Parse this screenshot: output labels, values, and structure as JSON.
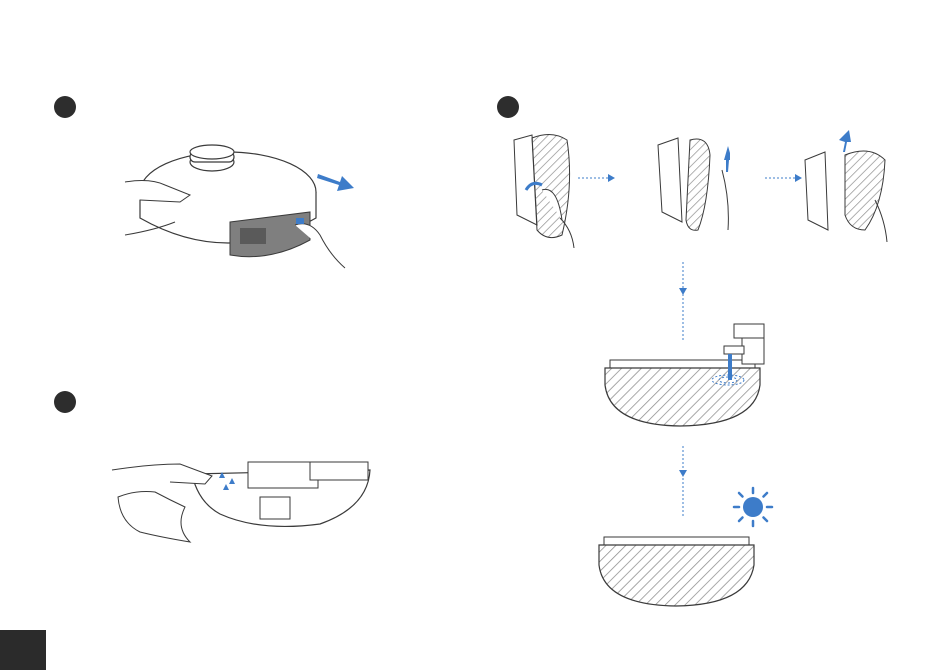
{
  "colors": {
    "accent": "#3d7cc9",
    "line": "#3a3a3a",
    "dark_gray": "#595959",
    "mid_gray": "#8c8c8c",
    "light_gray": "#d9d9d9",
    "step_marker": "#2d2d2d"
  },
  "steps": [
    {
      "id": "step-remove-mop-module",
      "icon": "step-marker-icon"
    },
    {
      "id": "step-detach-mop-pads",
      "icon": "step-marker-icon"
    },
    {
      "id": "step-wipe-module",
      "icon": "step-marker-icon"
    }
  ],
  "icons": [
    "push-arrow-icon",
    "peel-arrow-icon",
    "faucet-icon",
    "water-drops-icon",
    "sun-icon",
    "flow-arrow-icon"
  ]
}
